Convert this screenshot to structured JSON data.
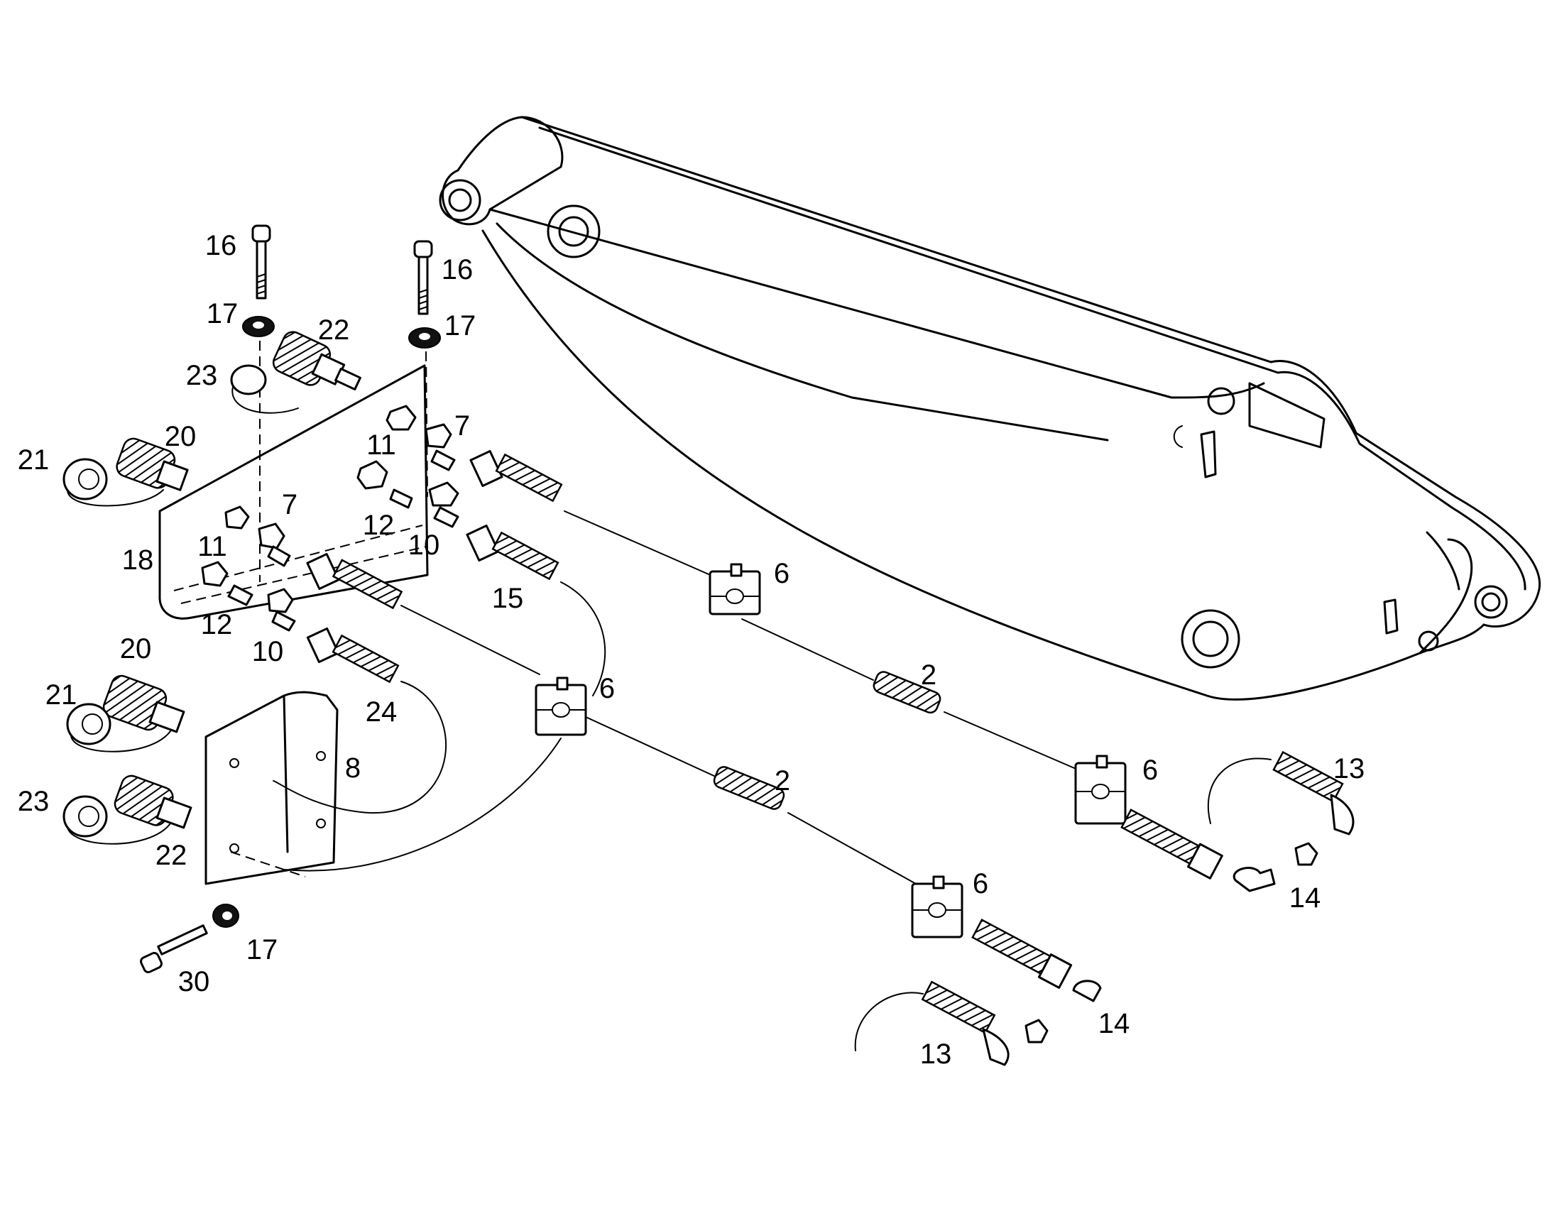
{
  "callouts": {
    "c1": "16",
    "c2": "16",
    "c3": "17",
    "c4": "17",
    "c5": "22",
    "c6": "23",
    "c7": "21",
    "c8": "20",
    "c9": "11",
    "c10": "7",
    "c11": "7",
    "c12": "11",
    "c13": "18",
    "c14": "12",
    "c15": "10",
    "c16": "12",
    "c17": "10",
    "c18": "15",
    "c19": "6",
    "c20": "20",
    "c21": "21",
    "c22": "24",
    "c23": "6",
    "c24": "2",
    "c25": "8",
    "c26": "23",
    "c27": "22",
    "c28": "2",
    "c29": "6",
    "c30": "13",
    "c31": "14",
    "c32": "6",
    "c33": "17",
    "c34": "30",
    "c35": "14",
    "c36": "13"
  }
}
